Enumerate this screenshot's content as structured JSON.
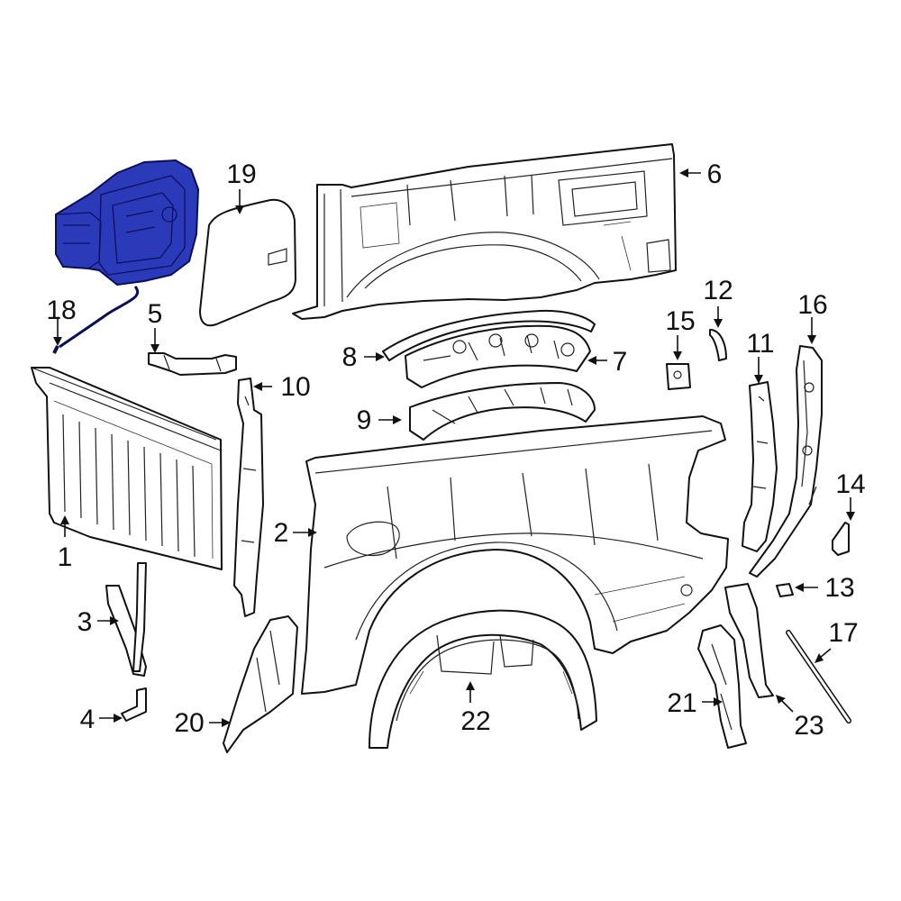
{
  "diagram": {
    "highlight_color": "#2b3ab8",
    "callouts": [
      "1",
      "2",
      "3",
      "4",
      "5",
      "6",
      "7",
      "8",
      "9",
      "10",
      "11",
      "12",
      "13",
      "14",
      "15",
      "16",
      "17",
      "18",
      "19",
      "20",
      "21",
      "22",
      "23"
    ],
    "highlighted_part": "18"
  }
}
